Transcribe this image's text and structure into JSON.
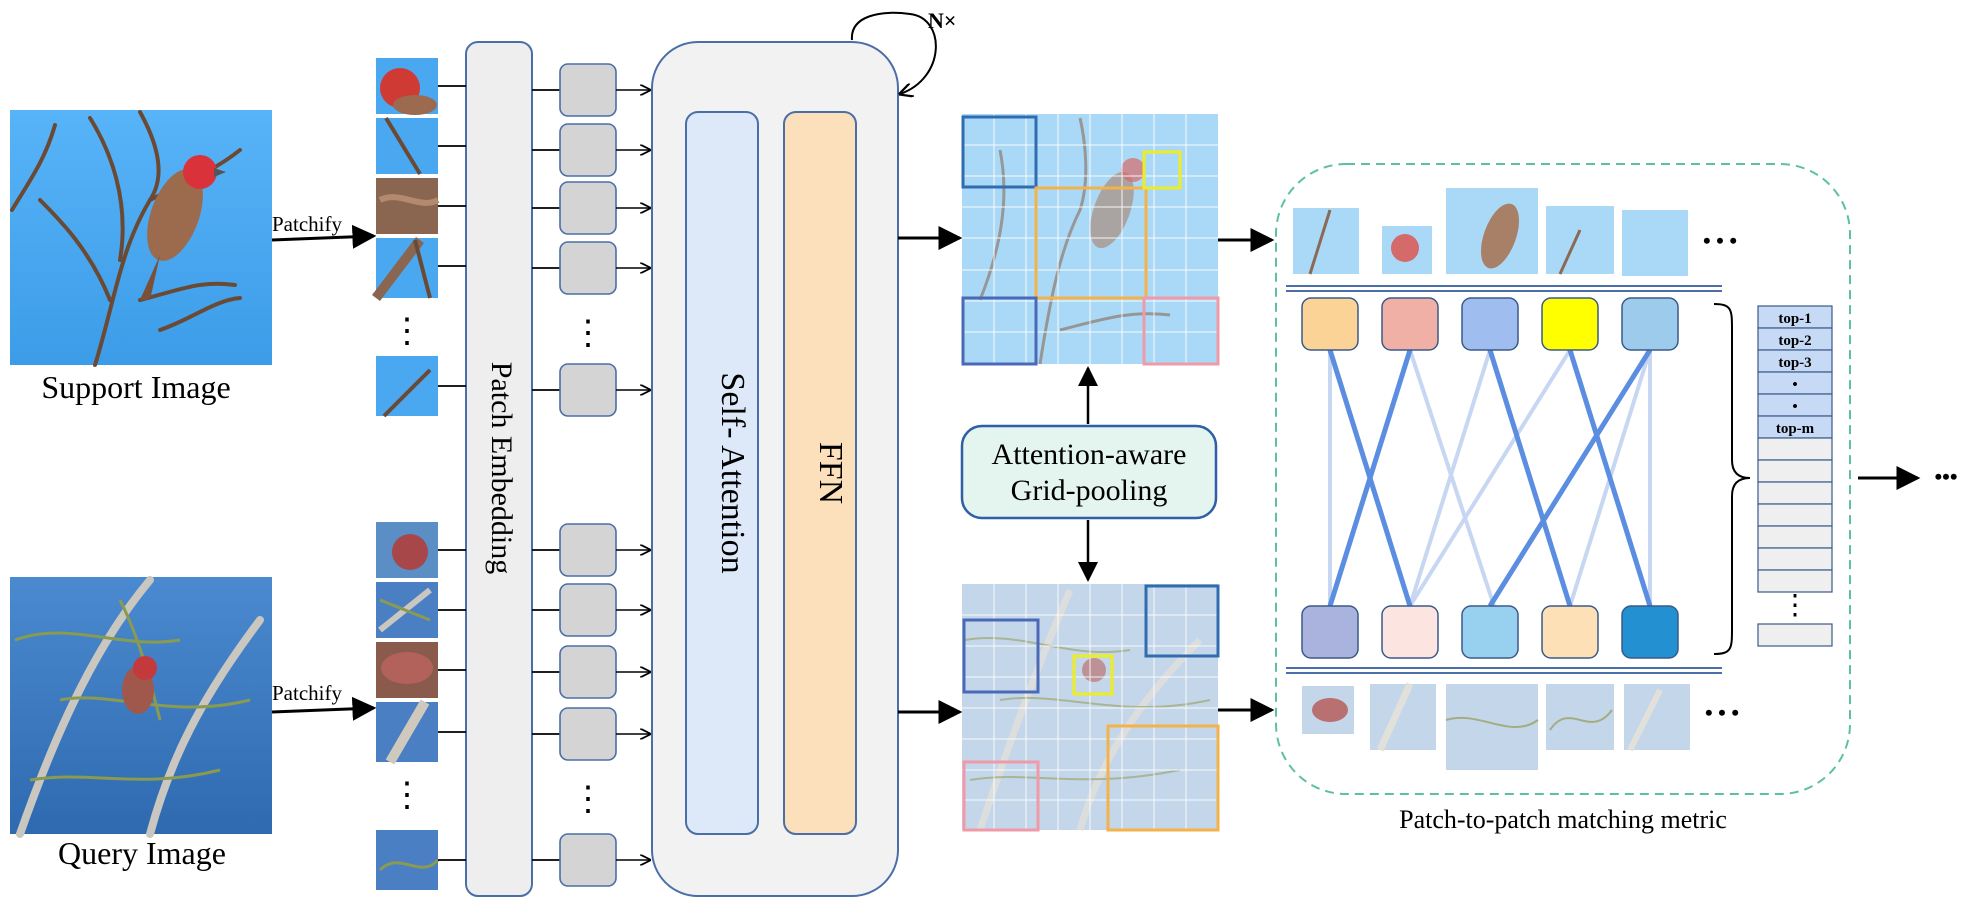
{
  "labels": {
    "support_image": "Support Image",
    "query_image": "Query Image",
    "patchify": "Patchify",
    "patch_embedding": "Patch Embedding",
    "self_attention": "Self- Attention",
    "ffn": "FFN",
    "repeat": "N×",
    "pooling_line1": "Attention-aware",
    "pooling_line2": "Grid-pooling",
    "metric_caption": "Patch-to-patch matching metric",
    "ellipsis": "• • •",
    "vdots": "⋮",
    "final_dots": "•••"
  },
  "topk": {
    "items": [
      "top-1",
      "top-2",
      "top-3",
      "•",
      "•",
      "top-m"
    ],
    "vdots": "⋮"
  },
  "colors": {
    "sky_blue": "#4aa8f0",
    "query_blue": "#3f7fc6",
    "pe_fill": "#eeeeef",
    "pe_stroke": "#4a6ea8",
    "token_fill": "#d4d4d4",
    "transformer_fill": "#f2f2f2",
    "sa_fill": "#dde9f8",
    "ffn_fill": "#fbe0bb",
    "pool_fill": "#e4f4ef",
    "pool_stroke": "#2f5fa5",
    "dashed": "#5dc0a6",
    "match_line": "#5b8ee0",
    "match_line_faint": "#c7d7f2",
    "top_node_colors": [
      "#fbd396",
      "#f1b0a6",
      "#9fbdee",
      "#ffff00",
      "#9ccbec"
    ],
    "bottom_node_colors": [
      "#a9b3dd",
      "#fce4e0",
      "#98d1f0",
      "#fde0b6",
      "#2390d1"
    ],
    "grid_box_colors": [
      "#2f6db0",
      "#f4b24a",
      "#eded20",
      "#f09aa8"
    ]
  }
}
